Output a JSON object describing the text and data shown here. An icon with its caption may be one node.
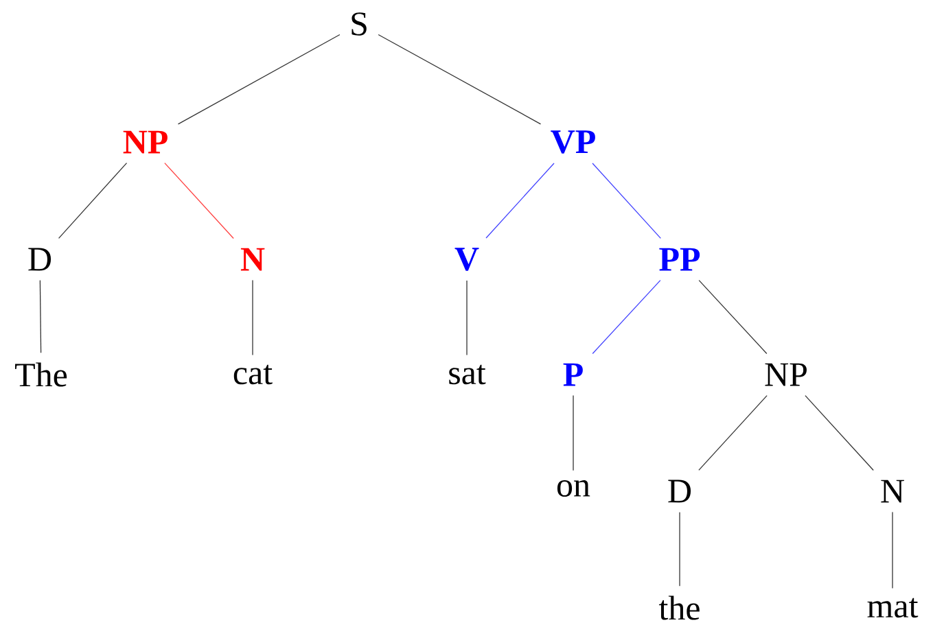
{
  "diagram": {
    "nodes": [
      {
        "text": [
          "S"
        ]
      },
      {
        "text": [
          "NP"
        ]
      },
      {
        "text": [
          "VP"
        ]
      },
      {
        "text": [
          "D"
        ]
      },
      {
        "text": [
          "N"
        ]
      },
      {
        "text": [
          "V"
        ]
      },
      {
        "text": [
          "PP"
        ]
      },
      {
        "text": [
          "The"
        ]
      },
      {
        "text": [
          "cat"
        ]
      },
      {
        "text": [
          "sat"
        ]
      },
      {
        "text": [
          "P"
        ]
      },
      {
        "text": [
          "NP"
        ]
      },
      {
        "text": [
          "on"
        ]
      },
      {
        "text": [
          "D"
        ]
      },
      {
        "text": [
          "N"
        ]
      },
      {
        "text": [
          "the"
        ]
      },
      {
        "text": [
          "mat"
        ]
      }
    ],
    "edges": [
      {
        "from": 0,
        "to": 1,
        "arrow": "none"
      },
      {
        "from": 0,
        "to": 2,
        "arrow": "none"
      },
      {
        "from": 1,
        "to": 3,
        "arrow": "none"
      },
      {
        "from": 1,
        "to": 4,
        "arrow": "none",
        "color": "#ff4040"
      },
      {
        "from": 2,
        "to": 5,
        "arrow": "none",
        "color": "#4040ff"
      },
      {
        "from": 2,
        "to": 6,
        "arrow": "none",
        "color": "#4040ff"
      },
      {
        "from": 3,
        "to": 7,
        "arrow": "none"
      },
      {
        "from": 4,
        "to": 8,
        "arrow": "none"
      },
      {
        "from": 5,
        "to": 9,
        "arrow": "none"
      },
      {
        "from": 6,
        "to": 10,
        "arrow": "none",
        "color": "#4040ff"
      },
      {
        "from": 6,
        "to": 11,
        "arrow": "none"
      },
      {
        "from": 10,
        "to": 12,
        "arrow": "none"
      },
      {
        "from": 11,
        "to": 13,
        "arrow": "none"
      },
      {
        "from": 11,
        "to": 14,
        "arrow": "none"
      },
      {
        "from": 13,
        "to": 15,
        "arrow": "none"
      },
      {
        "from": 14,
        "to": 16,
        "arrow": "none"
      }
    ]
  }
}
